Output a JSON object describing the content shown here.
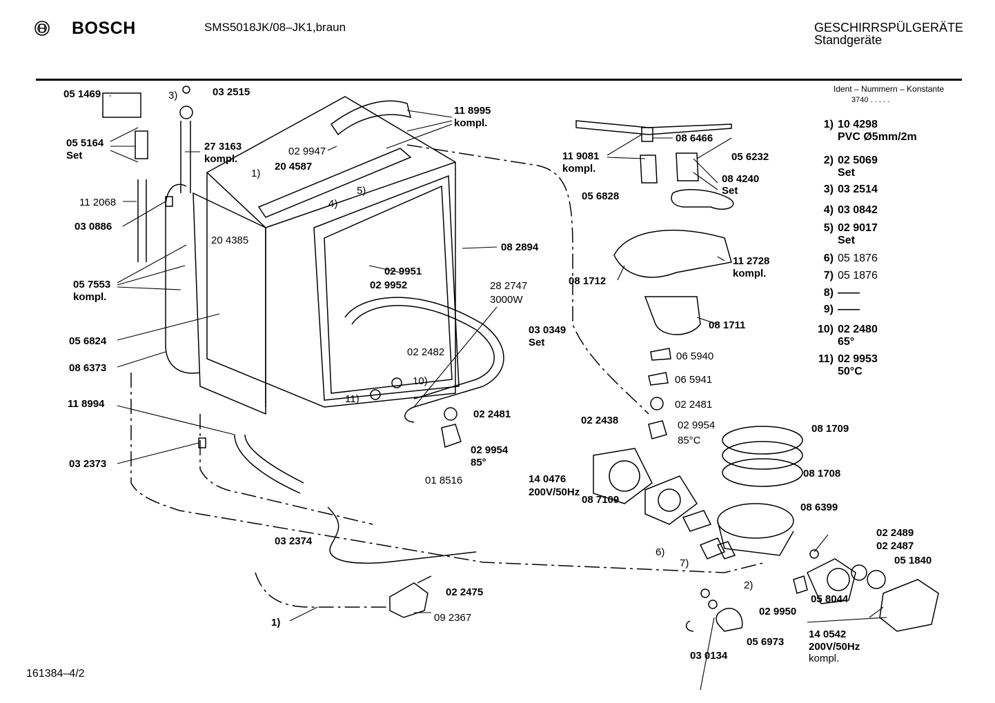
{
  "header": {
    "brand": "BOSCH",
    "model": "SMS5018JK/08–JK1,braun",
    "category_line1": "GESCHIRRSPÜLGERÄTE",
    "category_line2": "Standgeräte",
    "ident_title": "Ident – Nummern – Konstante",
    "ident_value": "3740 . . . . ."
  },
  "legend": [
    {
      "num": "1)",
      "line1": "10 4298",
      "line2": "PVC Ø5mm/2m"
    },
    {
      "num": "2)",
      "line1": "02 5069",
      "line2": "Set"
    },
    {
      "num": "3)",
      "line1": "03 2514",
      "line2": ""
    },
    {
      "num": "4)",
      "line1": "03 0842",
      "line2": ""
    },
    {
      "num": "5)",
      "line1": "02 9017",
      "line2": "Set"
    },
    {
      "num": "6)",
      "line1": "05 1876",
      "line2": ""
    },
    {
      "num": "7)",
      "line1": "05 1876",
      "line2": ""
    },
    {
      "num": "8)",
      "line1": "——",
      "line2": ""
    },
    {
      "num": "9)",
      "line1": "——",
      "line2": ""
    },
    {
      "num": "10)",
      "line1": "02 2480",
      "line2": "65°"
    },
    {
      "num": "11)",
      "line1": "02 9953",
      "line2": "50°C"
    }
  ],
  "labels": {
    "p051469": "05 1469",
    "p03_3": "3)",
    "p032515": "03 2515",
    "p055164": "05 5164",
    "p055164set": "Set",
    "p112068": "11 2068",
    "p030886": "03 0886",
    "p273163": "27 3163",
    "p273163k": "kompl.",
    "p029947": "02 9947",
    "p204587": "20 4587",
    "p1a": "1)",
    "p118995": "11 8995",
    "p118995k": "kompl.",
    "p5a": "5)",
    "p4a": "4)",
    "p204385": "20 4385",
    "p057553": "05 7553",
    "p057553k": "kompl.",
    "p029951": "02 9951",
    "p029952": "02 9952",
    "p082894": "08 2894",
    "p282747": "28 2747",
    "p3000w": "3000W",
    "p056824": "05 6824",
    "p086373": "08 6373",
    "p022482": "02 2482",
    "p030349": "03 0349",
    "p030349s": "Set",
    "p10a": "10)",
    "p11a": "11)",
    "p118994": "11 8994",
    "p022481a": "02 2481",
    "p029954a": "02 9954",
    "p85a": "85°",
    "p018516": "01 8516",
    "p032373": "03 2373",
    "p032374": "03 2374",
    "p022475": "02 2475",
    "p092367": "09 2367",
    "p1b": "1)",
    "p119081": "11 9081",
    "p119081k": "kompl.",
    "p086466": "08 6466",
    "p056232": "05 6232",
    "p084240": "08 4240",
    "p084240s": "Set",
    "p056828": "05 6828",
    "p112728": "11 2728",
    "p112728k": "kompl.",
    "p081712": "08 1712",
    "p081711": "08 1711",
    "p065940": "06 5940",
    "p065941": "06 5941",
    "p022481b": "02 2481",
    "p029954b": "02 9954",
    "p85c": "85°C",
    "p022438": "02 2438",
    "p081709": "08 1709",
    "p081708": "08 1708",
    "p140476": "14 0476",
    "p200v": "200V/50Hz",
    "p087109": "08 7109",
    "p086399": "08 6399",
    "p6a": "6)",
    "p7a": "7)",
    "p022489": "02 2489",
    "p022487": "02 2487",
    "p051840": "05 1840",
    "p2a": "2)",
    "p058044": "05 8044",
    "p029950": "02 9950",
    "p140542": "14 0542",
    "p200v2": "200V/50Hz",
    "p140542k": "kompl.",
    "p056973": "05 6973",
    "p030134": "03 0134"
  },
  "footer": "161384–4/2"
}
